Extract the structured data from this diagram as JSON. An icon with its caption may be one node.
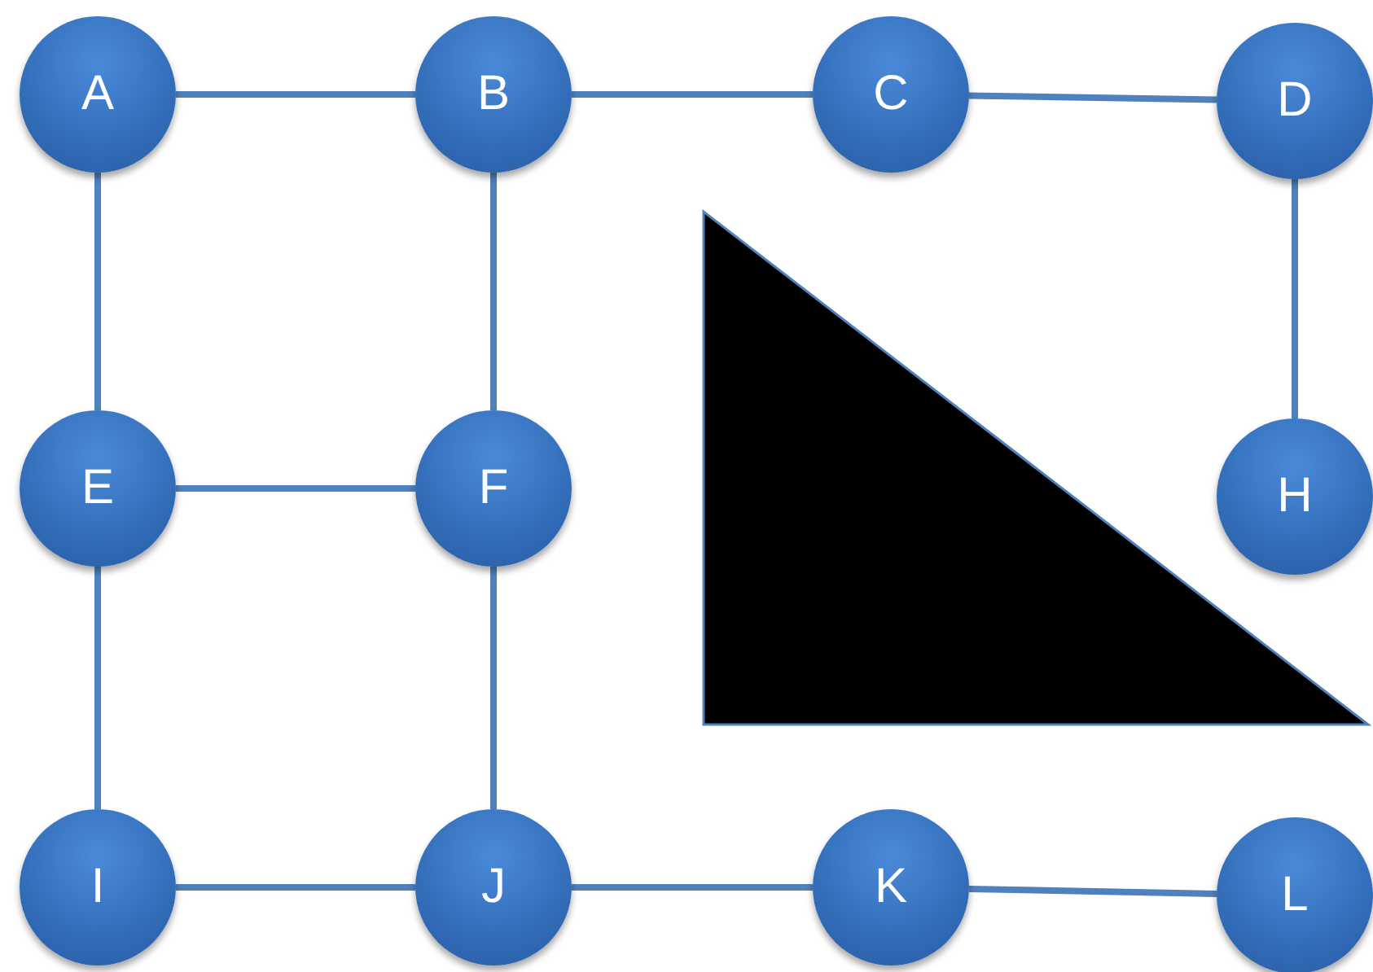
{
  "diagram": {
    "nodes": [
      {
        "text": [
          "A"
        ]
      },
      {
        "text": [
          "B"
        ]
      },
      {
        "text": [
          "C"
        ]
      },
      {
        "text": [
          "D"
        ]
      },
      {
        "text": [
          "E"
        ]
      },
      {
        "text": [
          "F"
        ]
      },
      {
        "text": [
          "H"
        ]
      },
      {
        "text": [
          "I"
        ]
      },
      {
        "text": [
          "J"
        ]
      },
      {
        "text": [
          "K"
        ]
      },
      {
        "text": [
          "L"
        ]
      }
    ],
    "edges": [
      {
        "from": 0,
        "to": 1,
        "arrow": "none"
      },
      {
        "from": 1,
        "to": 2,
        "arrow": "none"
      },
      {
        "from": 2,
        "to": 3,
        "arrow": "none"
      },
      {
        "from": 0,
        "to": 4,
        "arrow": "none"
      },
      {
        "from": 1,
        "to": 5,
        "arrow": "none"
      },
      {
        "from": 3,
        "to": 6,
        "arrow": "none"
      },
      {
        "from": 4,
        "to": 5,
        "arrow": "none"
      },
      {
        "from": 4,
        "to": 7,
        "arrow": "none"
      },
      {
        "from": 5,
        "to": 8,
        "arrow": "none"
      },
      {
        "from": 7,
        "to": 8,
        "arrow": "none"
      },
      {
        "from": 8,
        "to": 9,
        "arrow": "none"
      },
      {
        "from": 9,
        "to": 10,
        "arrow": "none"
      }
    ]
  }
}
